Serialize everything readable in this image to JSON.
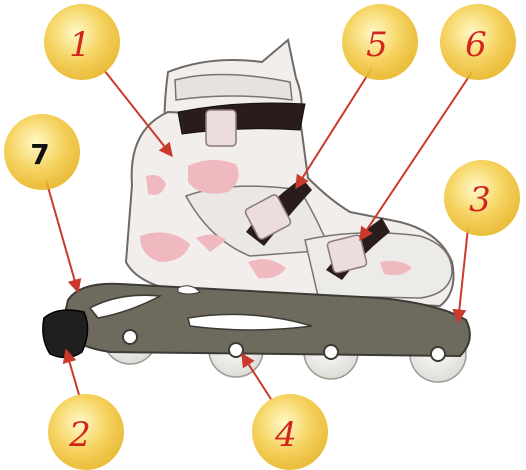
{
  "diagram": {
    "callouts": [
      {
        "id": "c1",
        "label": "1",
        "style": "red"
      },
      {
        "id": "c2",
        "label": "2",
        "style": "red"
      },
      {
        "id": "c3",
        "label": "3",
        "style": "red"
      },
      {
        "id": "c4",
        "label": "4",
        "style": "red"
      },
      {
        "id": "c5",
        "label": "5",
        "style": "red"
      },
      {
        "id": "c6",
        "label": "6",
        "style": "red"
      },
      {
        "id": "c7",
        "label": "7",
        "style": "black"
      }
    ],
    "colors": {
      "badge_light": "#fff9c8",
      "badge_dark": "#e7b21a",
      "arrow": "#c9392c",
      "boot_shell": "#f1eeeb",
      "boot_pink": "#f0b9bf",
      "frame": "#6e6a5e",
      "strap": "#2a1c1c",
      "buckle": "#ecdcdc",
      "wheel": "#f4f4f2",
      "brake": "#1f1f1f"
    }
  }
}
